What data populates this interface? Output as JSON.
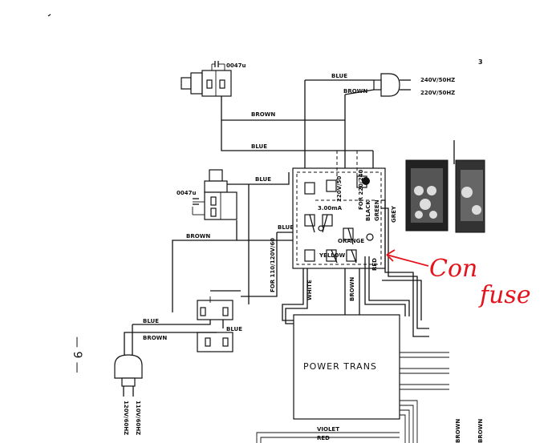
{
  "labels": {
    "page_number_top": "3",
    "page_number_side": "— 9 —",
    "cap_top": "0047u",
    "cap_mid": "0047u",
    "plug_top_240": "240V/50HZ",
    "plug_top_220": "220V/50HZ",
    "plug_bottom_120": "120V/60HZ",
    "plug_bottom_110": "110V/60HZ",
    "wire_blue_1": "BLUE",
    "wire_brown_1": "BROWN",
    "wire_brown_2": "BROWN",
    "wire_blue_2": "BLUE",
    "wire_blue_3": "BLUE",
    "wire_brown_3": "BROWN",
    "wire_blue_4": "BLUE",
    "wire_blue_5": "BLUE",
    "wire_brown_4": "BROWN",
    "wire_blue_6": "BLUE",
    "for_110": "FOR 110/120V/60",
    "for_220_240": "FOR 220/240",
    "v220_50": "220V/50",
    "switch_label": "3.00mA",
    "black": "BLACK",
    "green": "GREEN",
    "grey": "GREY",
    "orange": "ORANGE",
    "yellow": "YELLOW",
    "red": "RED",
    "white": "WHITE",
    "brown_vertical": "BROWN",
    "power_trans": "POWER  TRANS",
    "violet": "VIOLET",
    "red_bottom": "RED",
    "brown_right_1": "BROWN",
    "brown_right_2": "BROWN"
  },
  "annotation": {
    "text_1": "Con",
    "text_2": "fuse",
    "color": "#e3121b"
  }
}
